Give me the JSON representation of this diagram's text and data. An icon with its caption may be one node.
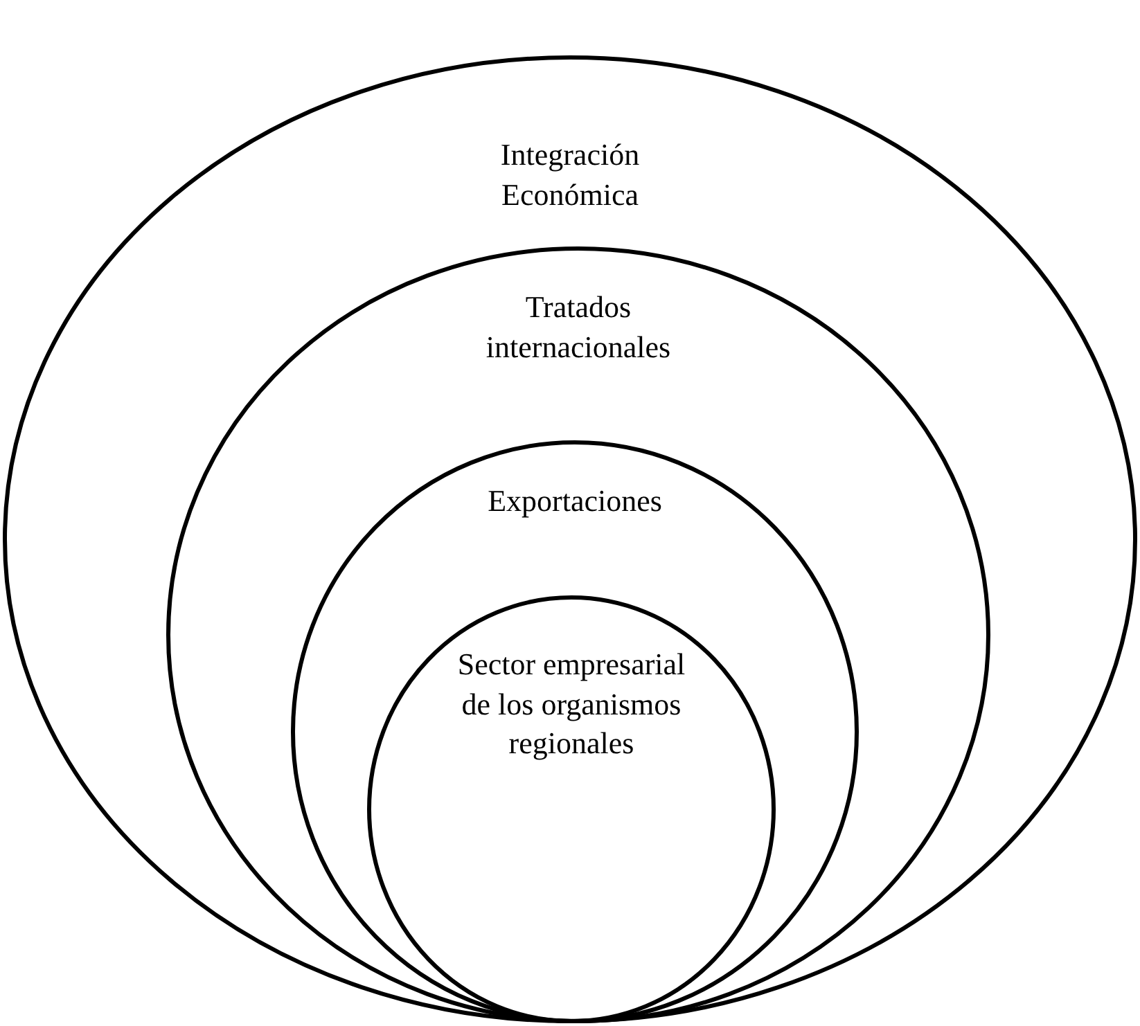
{
  "diagram": {
    "nodes": [
      {
        "text": [
          "Integración Económica"
        ]
      },
      {
        "text": [
          "Tratados internacionales"
        ],
        "in": 0
      },
      {
        "text": [
          "Exportaciones"
        ],
        "in": 1
      },
      {
        "text": [
          "Sector empresarial de los organismos regionales"
        ],
        "in": 2
      }
    ]
  }
}
